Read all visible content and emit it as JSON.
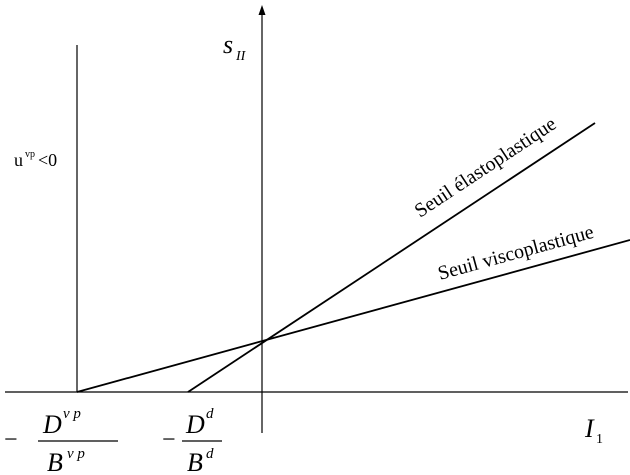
{
  "labels": {
    "y_axis_name": "s",
    "y_axis_subscript": "II",
    "x_axis_name": "I",
    "x_axis_subscript": "1",
    "region_label": "u",
    "region_label_superscript": "vp",
    "region_label_relation": "<0",
    "elastoplastic_threshold": "Seuil élastoplastique",
    "viscoplastic_threshold": "Seuil viscoplastique",
    "minus_sign": "−",
    "vp_numerator_base": "D",
    "vp_numerator_superscript": "v p",
    "vp_denominator_base": "B",
    "vp_denominator_superscript": "v p",
    "d_numerator_base": "D",
    "d_numerator_superscript": "d",
    "d_denominator_base": "B",
    "d_denominator_superscript": "d"
  },
  "colors": {
    "ink": "#000000",
    "background": "#ffffff"
  }
}
